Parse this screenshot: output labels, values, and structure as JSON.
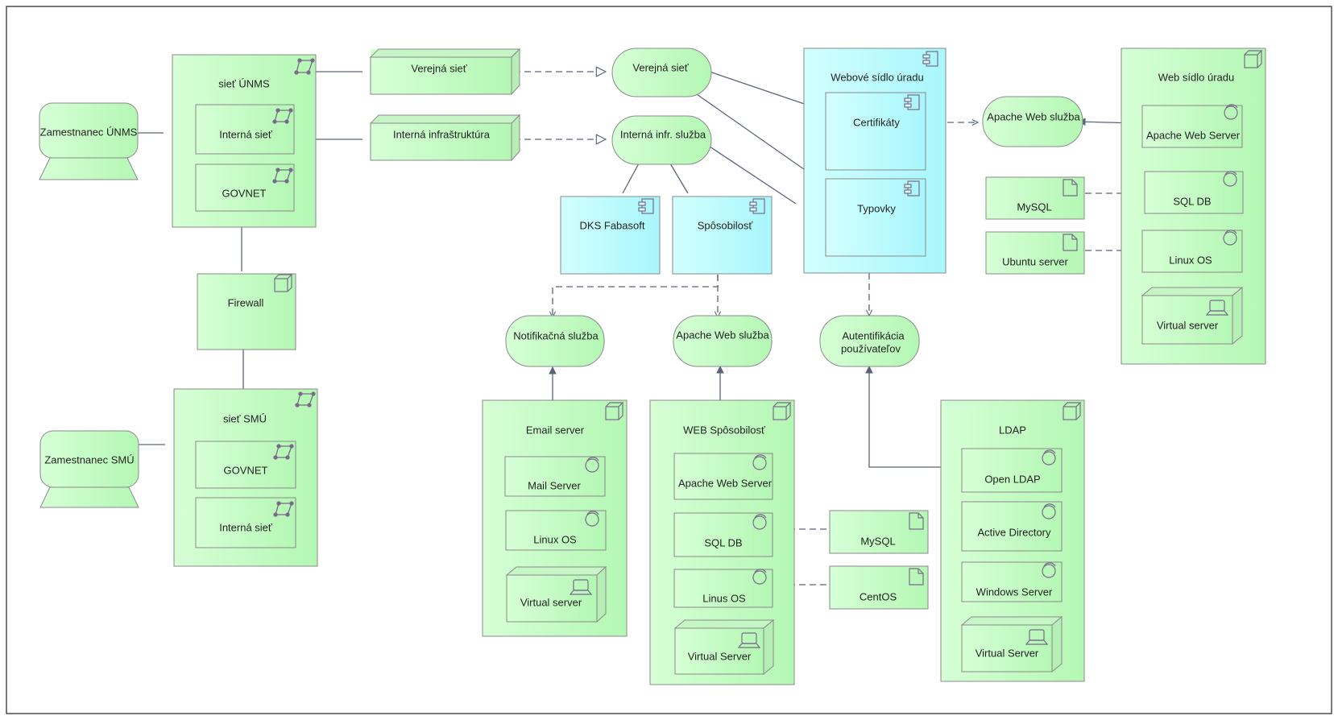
{
  "diagram": {
    "nodes": {
      "zam_unms": "Zamestnanec ÚNMS",
      "zam_smu": "Zamestnanec SMÚ",
      "siet_unms": "sieť ÚNMS",
      "interna_siet_1": "Interná sieť",
      "govnet_1": "GOVNET",
      "firewall": "Firewall",
      "siet_smu": "sieť SMÚ",
      "govnet_2": "GOVNET",
      "interna_siet_2": "Interná sieť",
      "verejna_siet_path": "Verejná sieť",
      "interna_infra": "Interná infraštruktúra",
      "verejna_siet_svc": "Verejná sieť",
      "interna_infr_sluzba": "Interná infr. služba",
      "dks_fabasoft": "DKS Fabasoft",
      "sposobilost": "Spôsobilosť",
      "webove_sidlo": "Webové sídlo úradu",
      "certifikaty": "Certifikáty",
      "typovky": "Typovky",
      "apache_sluzba_top": "Apache Web služba",
      "web_sidlo": "Web sídlo úradu",
      "apache_server_top": "Apache Web Server",
      "mysql_top": "MySQL",
      "sql_db_top": "SQL DB",
      "ubuntu": "Ubuntu server",
      "linux_os_top": "Linux OS",
      "virtual_server_top": "Virtual server",
      "notifikacna": "Notifikačná služba",
      "apache_sluzba_mid": "Apache Web služba",
      "autentifikacia_1": "Autentifikácia",
      "autentifikacia_2": "používateľov",
      "email_server": "Email server",
      "mail_server": "Mail Server",
      "linux_os_email": "Linux OS",
      "virtual_server_email": "Virtual server",
      "web_sposobilost": "WEB Spôsobilosť",
      "apache_server_mid": "Apache Web Server",
      "sql_db_mid": "SQL DB",
      "linus_os": "Linus OS",
      "virtual_server_web": "Virtual Server",
      "mysql_mid": "MySQL",
      "centos": "CentOS",
      "ldap": "LDAP",
      "open_ldap": "Open LDAP",
      "active_directory": "Active Directory",
      "windows_server": "Windows Server",
      "virtual_server_ldap": "Virtual Server"
    },
    "colors": {
      "green_fill": "#c6fbc6",
      "cyan_fill": "#c0fbfe",
      "stroke": "#8a8a8a",
      "connector": "#5a6378",
      "frame": "#333333"
    },
    "icon_names": [
      "communication-network-icon",
      "node-icon",
      "system-software-icon",
      "artifact-icon",
      "application-component-icon",
      "device-icon"
    ]
  }
}
